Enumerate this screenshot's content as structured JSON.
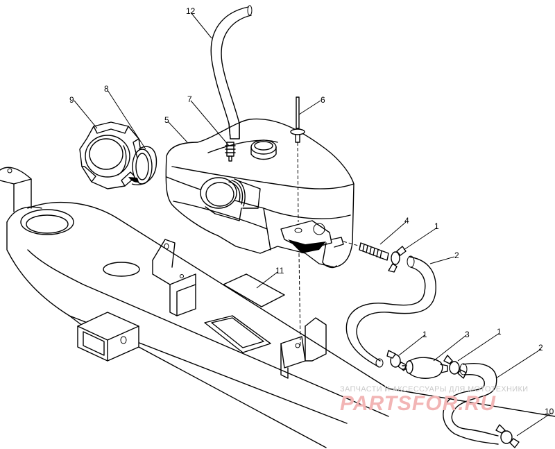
{
  "callouts": [
    "1",
    "1",
    "1",
    "2",
    "2",
    "3",
    "4",
    "5",
    "6",
    "7",
    "8",
    "9",
    "10",
    "11",
    "12"
  ],
  "watermark": {
    "tagline": "ЗАПЧАСТИ И АКСЕССУАРЫ ДЛЯ МОТОТЕХНИКИ",
    "logo": "PARTSFOR.RU"
  }
}
